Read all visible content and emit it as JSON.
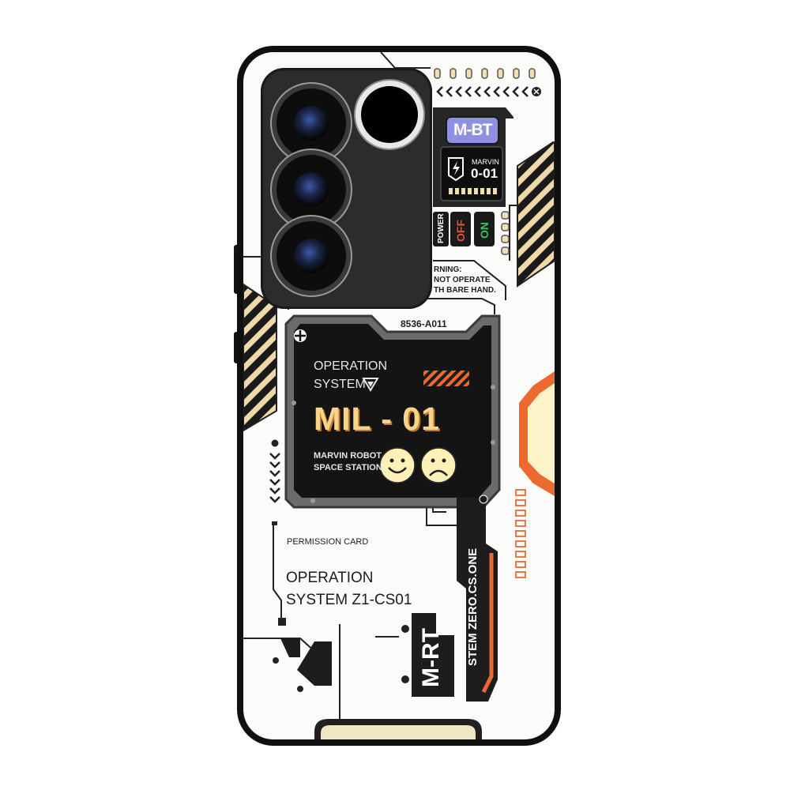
{
  "panel_top": {
    "badge": "M-BT",
    "marvin_line1": "MARVIN",
    "marvin_line2": "0-01",
    "power_label": "POWER",
    "off_label": "OFF",
    "on_label": "ON",
    "warning_line1": "RNING:",
    "warning_line2": "NOT OPERATE",
    "warning_line3": "TH BARE HAND."
  },
  "screen": {
    "code": "8536-A011",
    "os_line1": "OPERATION",
    "os_line2": "SYSTEM",
    "model": "MIL - 01",
    "station_line1": "MARVIN ROBOT",
    "station_line2": "SPACE STATION"
  },
  "permission": {
    "label": "PERMISSION CARD",
    "title_line1": "OPERATION",
    "title_line2": "SYSTEM Z1-CS01"
  },
  "vertical_tags": {
    "system_zero": "STEM ZERO.CS.ONE",
    "mbt": "M-RT"
  },
  "colors": {
    "accent_orange": "#ea6a2f",
    "cream": "#fdf3c8",
    "screen_bg": "#141414",
    "badge_purple": "#8f90e2"
  }
}
